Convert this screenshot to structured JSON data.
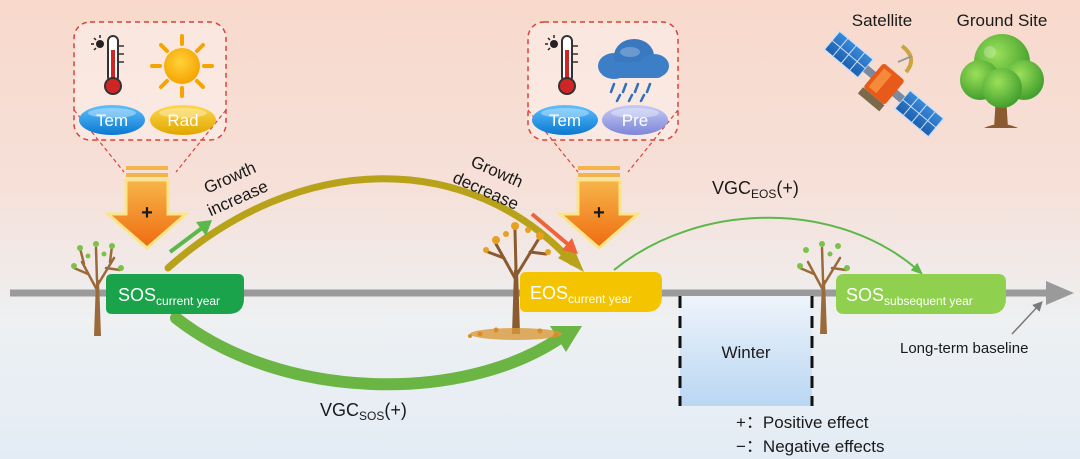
{
  "labels": {
    "sos_current_main": "SOS",
    "sos_current_sub": "current year",
    "eos_current_main": "EOS",
    "eos_current_sub": "current year",
    "sos_subsequent_main": "SOS",
    "sos_subsequent_sub": "subsequent year",
    "growth_increase_line1": "Growth",
    "growth_increase_line2": "increase",
    "growth_decrease_line1": "Growth",
    "growth_decrease_line2": "decrease",
    "vgc_sos_main": "VGC",
    "vgc_sos_sub": "SOS",
    "vgc_sos_sign": "(+)",
    "vgc_eos_main": "VGC",
    "vgc_eos_sub": "EOS",
    "vgc_eos_sign": "(+)",
    "winter": "Winter",
    "baseline": "Long-term baseline",
    "satellite": "Satellite",
    "ground_site": "Ground Site",
    "plus_sign": "+",
    "plus_sign_2": "+"
  },
  "factor_panels": {
    "left": {
      "factor1": "Tem",
      "factor2": "Rad"
    },
    "right": {
      "factor1": "Tem",
      "factor2": "Pre"
    }
  },
  "legend": {
    "positive": "+：Positive effect",
    "negative": "−：Negative effects"
  },
  "colors": {
    "sos_green": "#1aa34a",
    "eos_yellow": "#f5c400",
    "sos_next_green": "#8fd14f",
    "arrow_orange": "#f08a18",
    "axis_gray": "#9a9a9a",
    "tem_blue": "#1e90e0",
    "rad_yellow": "#e8b400",
    "pre_purple": "#8f9ae0"
  },
  "icons": {
    "thermometer": "thermometer-icon",
    "sun": "sun-icon",
    "rain_cloud": "rain-cloud-icon",
    "satellite": "satellite-icon",
    "tree": "tree-icon"
  }
}
